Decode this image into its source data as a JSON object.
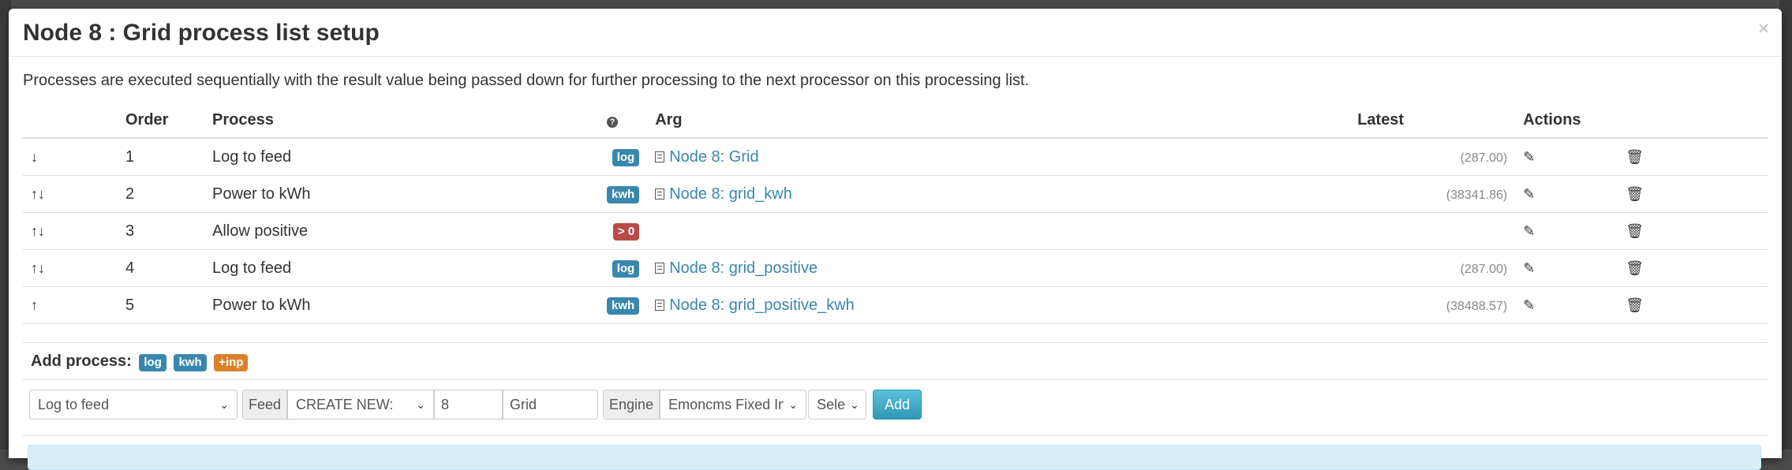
{
  "modal": {
    "title": "Node 8 : Grid process list setup",
    "close": "×",
    "description": "Processes are executed sequentially with the result value being passed down for further processing to the next processor on this processing list."
  },
  "table": {
    "headers": {
      "order": "Order",
      "process": "Process",
      "arg": "Arg",
      "latest": "Latest",
      "actions": "Actions"
    },
    "rows": [
      {
        "arrows": "↓",
        "order": "1",
        "process": "Log to feed",
        "badge": "log",
        "badge_color": "#3a87ad",
        "arg": "Node 8: Grid",
        "latest": "(287.00)"
      },
      {
        "arrows": "↑↓",
        "order": "2",
        "process": "Power to kWh",
        "badge": "kwh",
        "badge_color": "#3a87ad",
        "arg": "Node 8: grid_kwh",
        "latest": "(38341.86)"
      },
      {
        "arrows": "↑↓",
        "order": "3",
        "process": "Allow positive",
        "badge": "> 0",
        "badge_color": "#b94a48",
        "arg": "",
        "latest": ""
      },
      {
        "arrows": "↑↓",
        "order": "4",
        "process": "Log to feed",
        "badge": "log",
        "badge_color": "#3a87ad",
        "arg": "Node 8: grid_positive",
        "latest": "(287.00)"
      },
      {
        "arrows": "↑",
        "order": "5",
        "process": "Power to kWh",
        "badge": "kwh",
        "badge_color": "#3a87ad",
        "arg": "Node 8: grid_positive_kwh",
        "latest": "(38488.57)"
      }
    ]
  },
  "add_process": {
    "label": "Add process:",
    "badges": [
      "log",
      "kwh",
      "+inp"
    ],
    "process_select": "Log to feed",
    "feed_label": "Feed",
    "feed_select": "CREATE NEW:",
    "feed_tag": "8",
    "feed_name": "Grid",
    "engine_label": "Engine",
    "engine_select": "Emoncms Fixed In",
    "interval_select": "Sele",
    "add_button": "Add"
  }
}
